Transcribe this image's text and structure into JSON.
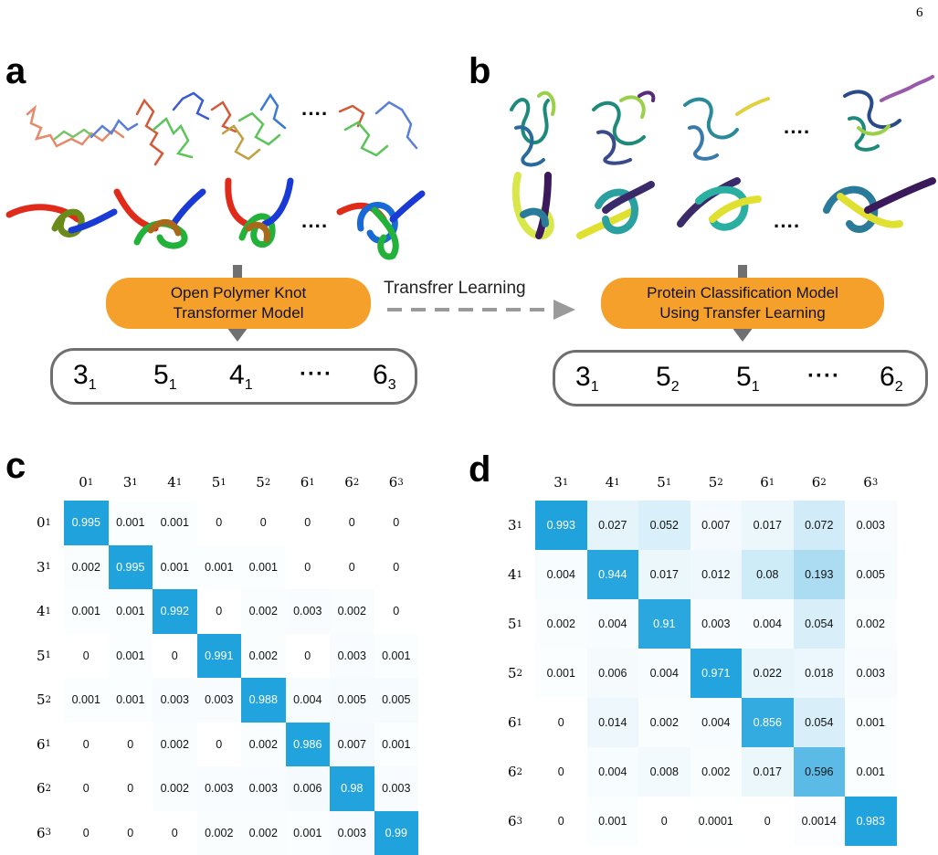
{
  "page_number": "6",
  "panels": {
    "a": {
      "label": "a",
      "model": [
        "Open Polymer Knot",
        "Transformer Model"
      ],
      "outputs": [
        {
          "base": "3",
          "sub": "1"
        },
        {
          "base": "5",
          "sub": "1"
        },
        {
          "base": "4",
          "sub": "1"
        },
        {
          "base": "6",
          "sub": "3"
        }
      ]
    },
    "b": {
      "label": "b",
      "model": [
        "Protein Classification Model",
        "Using Transfer Learning"
      ],
      "outputs": [
        {
          "base": "3",
          "sub": "1"
        },
        {
          "base": "5",
          "sub": "2"
        },
        {
          "base": "5",
          "sub": "1"
        },
        {
          "base": "6",
          "sub": "2"
        }
      ]
    },
    "transfer_label": "Transfrer Learning",
    "ellipsis": "····"
  },
  "chart_data": [
    {
      "type": "heatmap",
      "label": "c",
      "x_labels": [
        {
          "b": "0",
          "s": "1"
        },
        {
          "b": "3",
          "s": "1"
        },
        {
          "b": "4",
          "s": "1"
        },
        {
          "b": "5",
          "s": "1"
        },
        {
          "b": "5",
          "s": "2"
        },
        {
          "b": "6",
          "s": "1"
        },
        {
          "b": "6",
          "s": "2"
        },
        {
          "b": "6",
          "s": "3"
        }
      ],
      "y_labels": [
        {
          "b": "0",
          "s": "1"
        },
        {
          "b": "3",
          "s": "1"
        },
        {
          "b": "4",
          "s": "1"
        },
        {
          "b": "5",
          "s": "1"
        },
        {
          "b": "5",
          "s": "2"
        },
        {
          "b": "6",
          "s": "1"
        },
        {
          "b": "6",
          "s": "2"
        },
        {
          "b": "6",
          "s": "3"
        }
      ],
      "values": [
        [
          "0.995",
          "0.001",
          "0.001",
          "0",
          "0",
          "0",
          "0",
          "0"
        ],
        [
          "0.002",
          "0.995",
          "0.001",
          "0.001",
          "0.001",
          "0",
          "0",
          "0"
        ],
        [
          "0.001",
          "0.001",
          "0.992",
          "0",
          "0.002",
          "0.003",
          "0.002",
          "0"
        ],
        [
          "0",
          "0.001",
          "0",
          "0.991",
          "0.002",
          "0",
          "0.003",
          "0.001"
        ],
        [
          "0.001",
          "0.001",
          "0.003",
          "0.003",
          "0.988",
          "0.004",
          "0.005",
          "0.005"
        ],
        [
          "0",
          "0",
          "0.002",
          "0",
          "0.002",
          "0.986",
          "0.007",
          "0.001"
        ],
        [
          "0",
          "0",
          "0.002",
          "0.003",
          "0.003",
          "0.006",
          "0.98",
          "0.003"
        ],
        [
          "0",
          "0",
          "0",
          "0.002",
          "0.002",
          "0.001",
          "0.003",
          "0.99"
        ]
      ],
      "colormap": {
        "low": "#ffffff",
        "high": "#1fa2dd"
      }
    },
    {
      "type": "heatmap",
      "label": "d",
      "x_labels": [
        {
          "b": "3",
          "s": "1"
        },
        {
          "b": "4",
          "s": "1"
        },
        {
          "b": "5",
          "s": "1"
        },
        {
          "b": "5",
          "s": "2"
        },
        {
          "b": "6",
          "s": "1"
        },
        {
          "b": "6",
          "s": "2"
        },
        {
          "b": "6",
          "s": "3"
        }
      ],
      "y_labels": [
        {
          "b": "3",
          "s": "1"
        },
        {
          "b": "4",
          "s": "1"
        },
        {
          "b": "5",
          "s": "1"
        },
        {
          "b": "5",
          "s": "2"
        },
        {
          "b": "6",
          "s": "1"
        },
        {
          "b": "6",
          "s": "2"
        },
        {
          "b": "6",
          "s": "3"
        }
      ],
      "values": [
        [
          "0.993",
          "0.027",
          "0.052",
          "0.007",
          "0.017",
          "0.072",
          "0.003"
        ],
        [
          "0.004",
          "0.944",
          "0.017",
          "0.012",
          "0.08",
          "0.193",
          "0.005"
        ],
        [
          "0.002",
          "0.004",
          "0.91",
          "0.003",
          "0.004",
          "0.054",
          "0.002"
        ],
        [
          "0.001",
          "0.006",
          "0.004",
          "0.971",
          "0.022",
          "0.018",
          "0.003"
        ],
        [
          "0",
          "0.014",
          "0.002",
          "0.004",
          "0.856",
          "0.054",
          "0.001"
        ],
        [
          "0",
          "0.004",
          "0.008",
          "0.002",
          "0.017",
          "0.596",
          "0.001"
        ],
        [
          "0",
          "0.001",
          "0",
          "0.0001",
          "0",
          "0.0014",
          "0.983"
        ]
      ],
      "colormap": {
        "low": "#ffffff",
        "high": "#1fa2dd"
      }
    }
  ]
}
